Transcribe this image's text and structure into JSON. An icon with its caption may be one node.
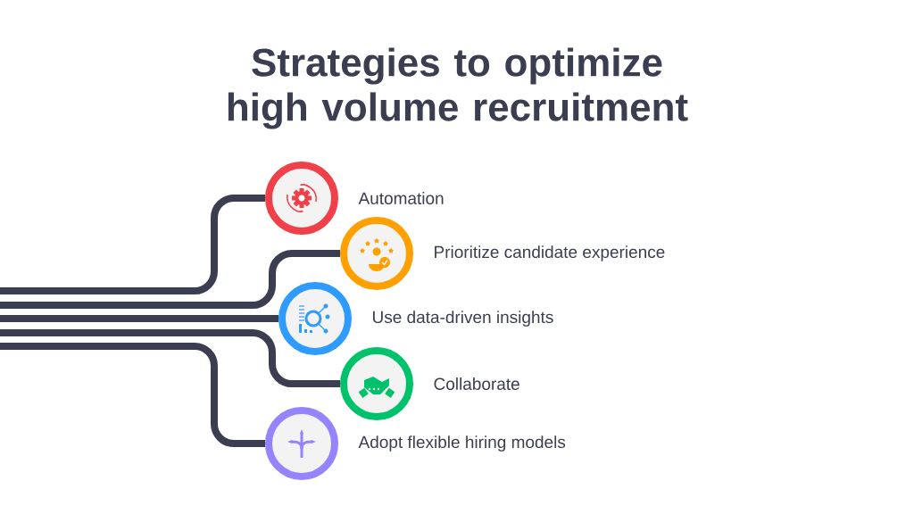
{
  "diagram": {
    "title": "Strategies to optimize high volume recruitment",
    "nodes": [
      {
        "text": [],
        "shape": "circle",
        "beside": [
          "Automation"
        ]
      },
      {
        "text": [],
        "shape": "circle",
        "beside": [
          "Prioritize candidate experience"
        ]
      },
      {
        "text": [],
        "shape": "circle",
        "beside": [
          "Use data-driven insights"
        ]
      },
      {
        "text": [],
        "shape": "circle",
        "beside": [
          "Collaborate"
        ]
      },
      {
        "text": [],
        "shape": "circle",
        "beside": [
          "Adopt flexible hiring models"
        ]
      }
    ],
    "edges": [
      {
        "from": null,
        "to": 0,
        "arrow": "none"
      },
      {
        "from": null,
        "to": 1,
        "arrow": "none"
      },
      {
        "from": null,
        "to": 2,
        "arrow": "none"
      },
      {
        "from": null,
        "to": 3,
        "arrow": "none"
      },
      {
        "from": null,
        "to": 4,
        "arrow": "none"
      }
    ]
  }
}
